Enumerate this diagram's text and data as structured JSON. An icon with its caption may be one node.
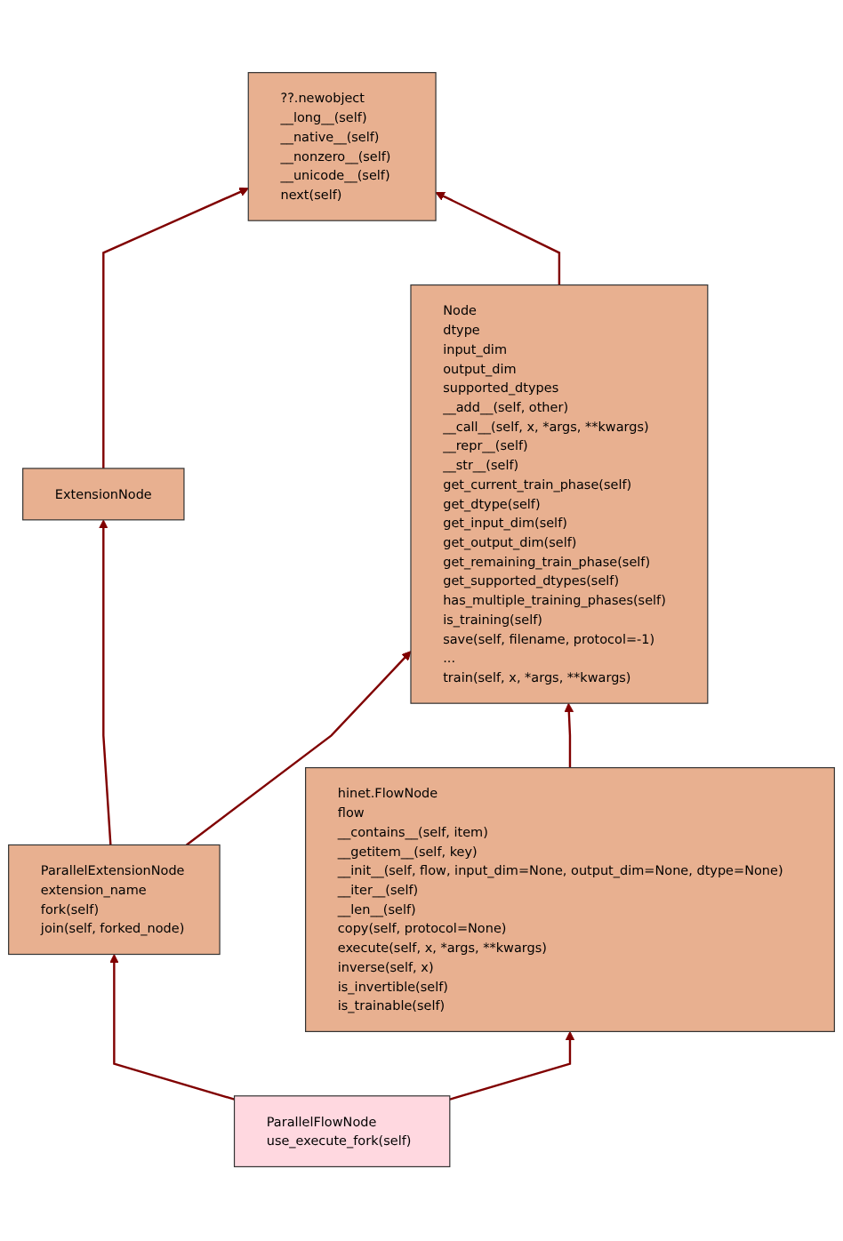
{
  "diagram": {
    "nodes": [
      {
        "text": [
          "??.newobject",
          "__long__(self)",
          "__native__(self)",
          "__nonzero__(self)",
          "__unicode__(self)",
          "next(self)"
        ]
      },
      {
        "text": [
          "Node",
          "dtype",
          "input_dim",
          "output_dim",
          "supported_dtypes",
          "__add__(self, other)",
          "__call__(self, x, *args, **kwargs)",
          "__repr__(self)",
          "__str__(self)",
          "get_current_train_phase(self)",
          "get_dtype(self)",
          "get_input_dim(self)",
          "get_output_dim(self)",
          "get_remaining_train_phase(self)",
          "get_supported_dtypes(self)",
          "has_multiple_training_phases(self)",
          "is_training(self)",
          "save(self, filename, protocol=-1)",
          "...",
          "train(self, x, *args, **kwargs)"
        ]
      },
      {
        "text": [
          "ExtensionNode"
        ]
      },
      {
        "text": [
          "hinet.FlowNode",
          "flow",
          "__contains__(self, item)",
          "__getitem__(self, key)",
          "__init__(self, flow, input_dim=None, output_dim=None, dtype=None)",
          "__iter__(self)",
          "__len__(self)",
          "copy(self, protocol=None)",
          "execute(self, x, *args, **kwargs)",
          "inverse(self, x)",
          "is_invertible(self)",
          "is_trainable(self)"
        ]
      },
      {
        "text": [
          "ParallelExtensionNode",
          "extension_name",
          "fork(self)",
          "join(self, forked_node)"
        ]
      },
      {
        "text": [
          "ParallelFlowNode",
          "use_execute_fork(self)"
        ]
      }
    ],
    "edges": [
      {
        "from": 2,
        "to": 0,
        "arrow": "to"
      },
      {
        "from": 1,
        "to": 0,
        "arrow": "to"
      },
      {
        "from": 4,
        "to": 2,
        "arrow": "to"
      },
      {
        "from": 4,
        "to": 1,
        "arrow": "to"
      },
      {
        "from": 3,
        "to": 1,
        "arrow": "to"
      },
      {
        "from": 5,
        "to": 4,
        "arrow": "to"
      },
      {
        "from": 5,
        "to": 3,
        "arrow": "to"
      }
    ]
  }
}
